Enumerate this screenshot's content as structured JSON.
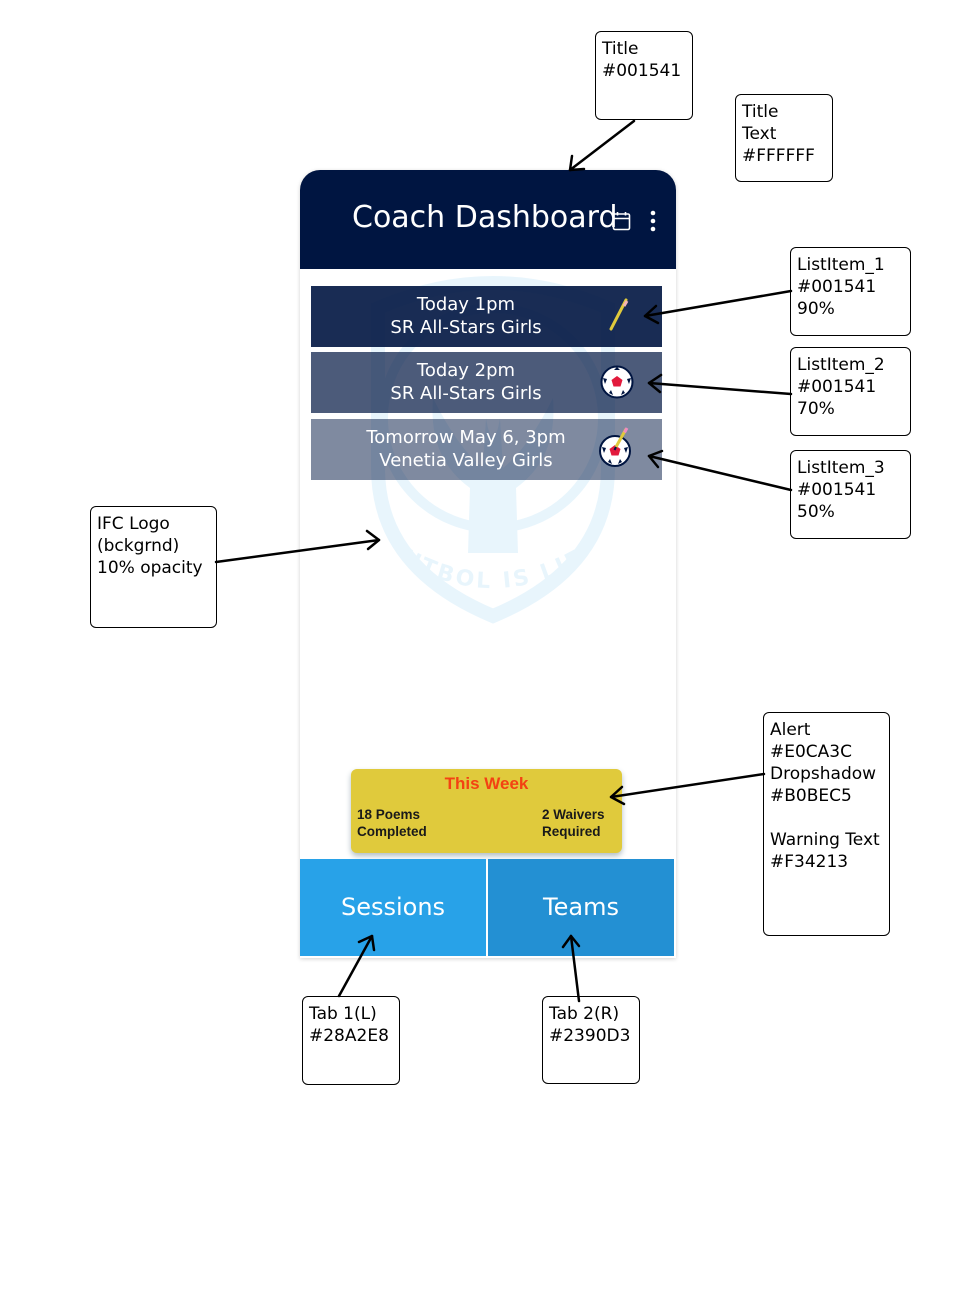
{
  "app": {
    "title": "Coach Dashboard",
    "title_icons": [
      "calendar-icon",
      "more-vertical-icon"
    ]
  },
  "list_items": [
    {
      "line1": "Today 1pm",
      "line2": "SR All-Stars Girls",
      "icon": "pencil-icon",
      "opacity_fraction": 0.9
    },
    {
      "line1": "Today 2pm",
      "line2": "SR All-Stars Girls",
      "icon": "soccer-ball-icon",
      "opacity_fraction": 0.7
    },
    {
      "line1": "Tomorrow May 6, 3pm",
      "line2": "Venetia Valley Girls",
      "icon": "soccer-ball-pencil-icon",
      "opacity_fraction": 0.5
    }
  ],
  "logo": {
    "text": "FUTBOL IS LIFE",
    "opacity_fraction": 0.1
  },
  "alert": {
    "title": "This Week",
    "left_text": "18 Poems\nCompleted",
    "right_text": "2 Waivers\nRequired"
  },
  "tabs": [
    {
      "label": "Sessions"
    },
    {
      "label": "Teams"
    }
  ],
  "annotations": {
    "title": "Title\n#001541",
    "title_text": "Title\nText\n#FFFFFF",
    "list_item_1": "ListItem_1\n#001541\n90%",
    "list_item_2": "ListItem_2\n#001541\n70%",
    "list_item_3": "ListItem_3\n#001541\n50%",
    "logo": "IFC Logo\n(bckgrnd)\n10% opacity",
    "alert": "Alert\n#E0CA3C\nDropshadow\n#B0BEC5\n\nWarning Text\n#F34213",
    "tab1": "Tab 1(L)\n#28A2E8",
    "tab2": "Tab 2(R)\n#2390D3"
  },
  "colors": {
    "title_bar": "#001541",
    "title_text": "#FFFFFF",
    "list_item": "#001541",
    "alert_bg": "#E0CA3C",
    "alert_shadow": "#B0BEC5",
    "warning_text": "#F34213",
    "tab_left": "#28A2E8",
    "tab_right": "#2390D3"
  }
}
